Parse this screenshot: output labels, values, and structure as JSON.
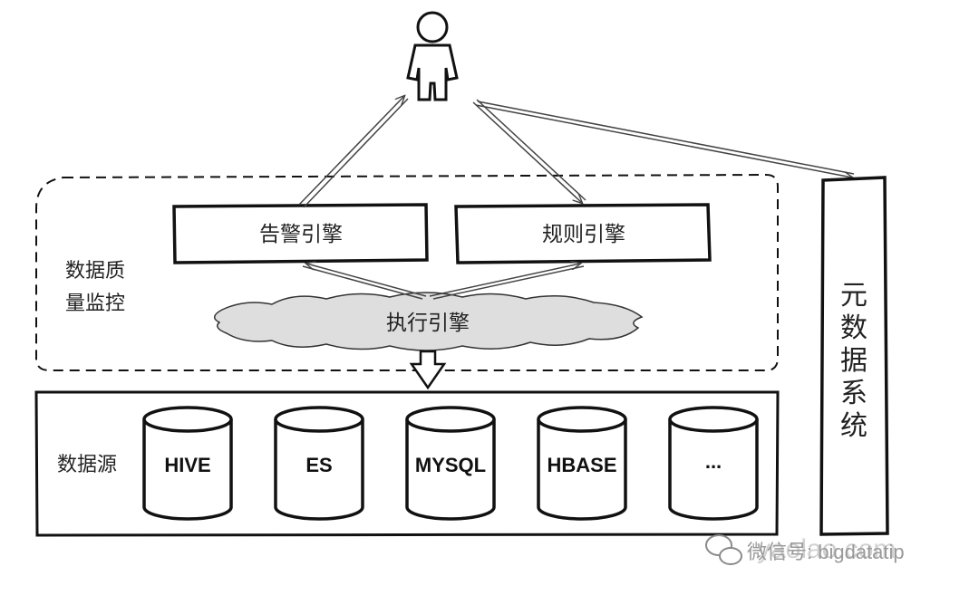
{
  "diagram": {
    "user_label": "",
    "monitor_group_label_line1": "数据质",
    "monitor_group_label_line2": "量监控",
    "alert_engine_label": "告警引擎",
    "rule_engine_label": "规则引擎",
    "exec_engine_label": "执行引擎",
    "datasource_label": "数据源",
    "datasources": [
      "HIVE",
      "ES",
      "MYSQL",
      "HBASE",
      "..."
    ],
    "metadata_system_chars": [
      "元",
      "数",
      "据",
      "系",
      "统"
    ]
  },
  "watermark": {
    "site": "yaolao.com",
    "wechat": "微信号: bigdatatip"
  }
}
